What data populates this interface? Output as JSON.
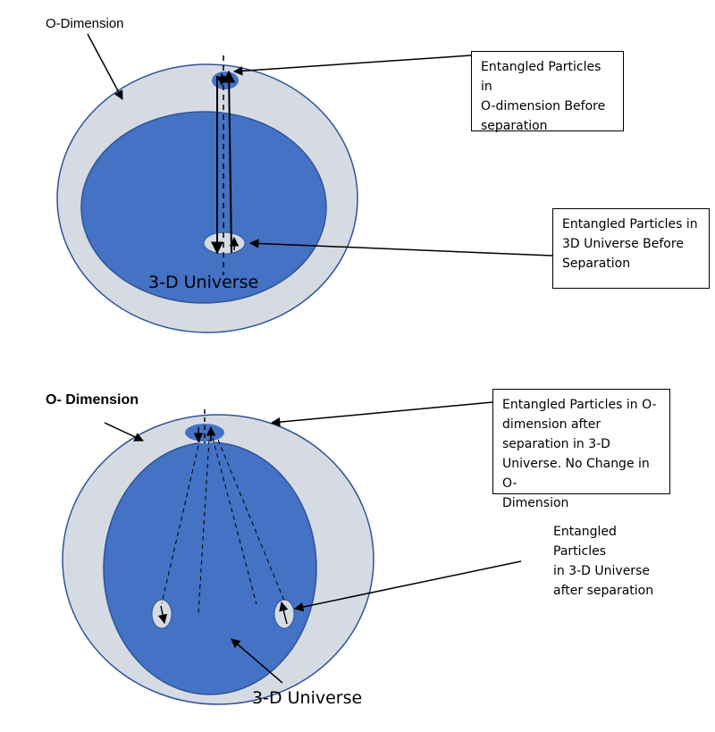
{
  "diagram1": {
    "outer_label": "O-Dimension",
    "inner_label": "3-D Universe",
    "callout_top": "Entangled Particles in\nO-dimension Before\nseparation",
    "callout_bottom": "Entangled Particles in\n3D Universe Before\nSeparation"
  },
  "diagram2": {
    "outer_label": "O- Dimension",
    "inner_label": "3-D Universe",
    "callout_top": "Entangled Particles in O-\ndimension after\nseparation in 3-D\nUniverse.  No Change in O-\nDimension",
    "callout_side": "Entangled Particles\nin 3-D Universe\nafter separation"
  },
  "colors": {
    "outer_ring": "#d6dbe3",
    "inner_disk": "#4472c4",
    "ring_stroke": "#2f5597",
    "particle_fill": "#d6dbe3",
    "line": "#000000"
  }
}
